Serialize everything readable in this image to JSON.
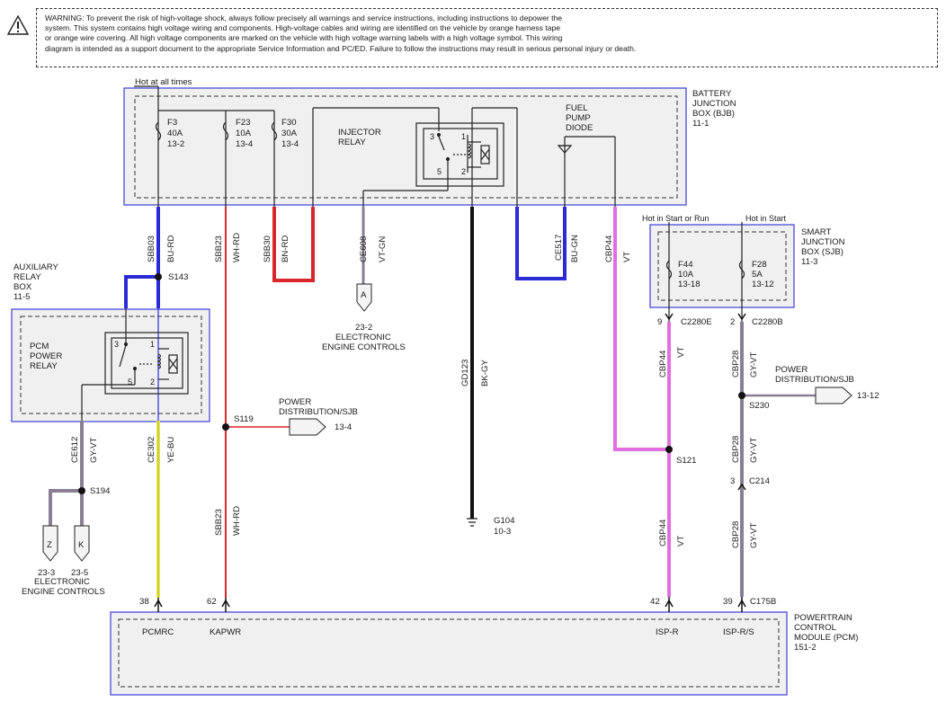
{
  "warning": {
    "lines": [
      "WARNING: To prevent the risk of high-voltage shock, always follow precisely all warnings and service instructions, including instructions to depower the",
      "system. This system contains high voltage wiring and components. High-voltage cables and wiring are identified on the vehicle by orange harness tape",
      "or orange wire covering. All high voltage components are marked on the vehicle with high voltage warning labels with a high voltage symbol. This wiring",
      "diagram is intended as a support document to the appropriate Service Information and PC/ED.  Failure to follow the instructions may result in serious personal injury or death."
    ]
  },
  "bjb": {
    "hot_label": "Hot at all times",
    "name": [
      "BATTERY",
      "JUNCTION",
      "BOX (BJB)",
      "11-1"
    ],
    "fuses": [
      {
        "id": "F3",
        "rating": "40A",
        "ref": "13-2"
      },
      {
        "id": "F23",
        "rating": "10A",
        "ref": "13-4"
      },
      {
        "id": "F30",
        "rating": "30A",
        "ref": "13-4"
      }
    ],
    "injector_relay": [
      "INJECTOR",
      "RELAY"
    ],
    "fuel_pump_diode": [
      "FUEL",
      "PUMP",
      "DIODE"
    ],
    "relay_pins": [
      "3",
      "1",
      "5",
      "2"
    ]
  },
  "aux_box": {
    "name": [
      "AUXILIARY",
      "RELAY",
      "BOX",
      "11-5"
    ],
    "relay": [
      "PCM",
      "POWER",
      "RELAY"
    ],
    "relay_pins": [
      "3",
      "1",
      "5",
      "2"
    ]
  },
  "sjb": {
    "hot_run": "Hot in Start or Run",
    "hot_start": "Hot in Start",
    "name": [
      "SMART",
      "JUNCTION",
      "BOX (SJB)",
      "11-3"
    ],
    "fuses": [
      {
        "id": "F44",
        "rating": "10A",
        "ref": "13-18"
      },
      {
        "id": "F28",
        "rating": "5A",
        "ref": "13-12"
      }
    ]
  },
  "circuits": {
    "sbb03": {
      "circuit": "SBB03",
      "color": "BU-RD"
    },
    "sbb23": {
      "circuit": "SBB23",
      "color": "WH-RD"
    },
    "sbb30": {
      "circuit": "SBB30",
      "color": "BN-RD"
    },
    "ce608": {
      "circuit": "CE608",
      "color": "VT-GN"
    },
    "gd123": {
      "circuit": "GD123",
      "color": "BK-GY"
    },
    "ce517": {
      "circuit": "CE517",
      "color": "BU-GN"
    },
    "cbp44": {
      "circuit": "CBP44",
      "color": "VT"
    },
    "ce612": {
      "circuit": "CE612",
      "color": "GY-VT"
    },
    "ce302": {
      "circuit": "CE302",
      "color": "YE-BU"
    },
    "cbp28": {
      "circuit": "CBP28",
      "color": "GY-VT"
    }
  },
  "splices": {
    "s143": "S143",
    "s119": "S119",
    "s194": "S194",
    "s121": "S121",
    "s230": "S230"
  },
  "connectors": {
    "c2280e": {
      "pin": "9",
      "name": "C2280E"
    },
    "c2280b": {
      "pin": "2",
      "name": "C2280B"
    },
    "c214": {
      "pin": "3",
      "name": "C214"
    },
    "c175b_pin": "39",
    "c175b_name": "C175B"
  },
  "ground": {
    "name": "G104",
    "ref": "10-3"
  },
  "offpage": {
    "a": {
      "letter": "A",
      "ref": "23-2",
      "label": [
        "ELECTRONIC",
        "ENGINE CONTROLS"
      ]
    },
    "zk": {
      "z": "Z",
      "k": "K",
      "z_ref": "23-3",
      "k_ref": "23-5",
      "label": [
        "ELECTRONIC",
        "ENGINE CONTROLS"
      ]
    },
    "pd_left": {
      "label": [
        "POWER",
        "DISTRIBUTION/SJB"
      ],
      "ref": "13-4"
    },
    "pd_right": {
      "label": [
        "POWER",
        "DISTRIBUTION/SJB"
      ],
      "ref": "13-12"
    }
  },
  "pcm": {
    "name": [
      "POWERTRAIN",
      "CONTROL",
      "MODULE (PCM)",
      "151-2"
    ],
    "pins": [
      {
        "num": "38",
        "name": "PCMRC"
      },
      {
        "num": "62",
        "name": "KAPWR"
      },
      {
        "num": "42",
        "name": "ISP-R"
      },
      {
        "num": "39",
        "name": "ISP-R/S"
      }
    ]
  },
  "wire_colors": {
    "blue": "#2b2bd6",
    "red": "#d8262b",
    "yellow": "#e8e83a",
    "violet": "#e26fe0",
    "gray_violet": "#8a7e95",
    "black": "#111111",
    "module_fill": "#f0f0f0",
    "module_border": "#4a4adb"
  }
}
